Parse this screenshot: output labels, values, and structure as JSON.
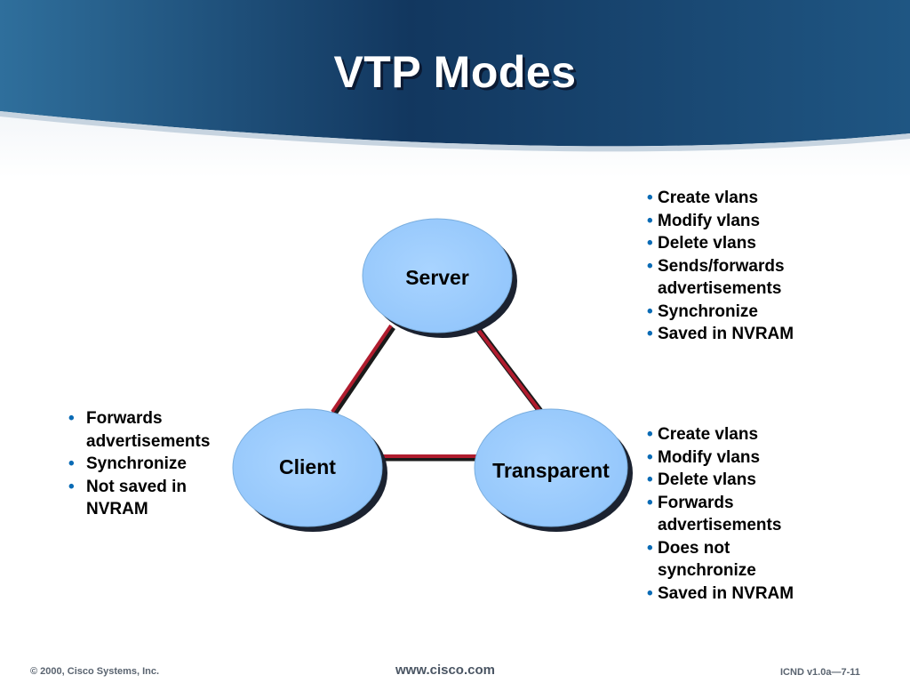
{
  "title": "VTP Modes",
  "nodes": {
    "server": {
      "label": "Server"
    },
    "client": {
      "label": "Client"
    },
    "transparent": {
      "label": "Transparent"
    }
  },
  "server_features": [
    "Create vlans",
    "Modify vlans",
    "Delete vlans",
    "Sends/forwards advertisements",
    "Synchronize",
    "Saved in NVRAM"
  ],
  "client_features": [
    "Forwards advertisements",
    "Synchronize",
    "Not saved in NVRAM"
  ],
  "transparent_features": [
    "Create vlans",
    "Modify vlans",
    "Delete vlans",
    "Forwards advertisements",
    "Does not synchronize",
    "Saved in NVRAM"
  ],
  "footer": {
    "copyright": "© 2000, Cisco Systems, Inc.",
    "website": "www.cisco.com",
    "course": "ICND v1.0a—7-11"
  },
  "colors": {
    "header_dark": "#0d2f55",
    "header_light": "#2d6a97",
    "node_fill": "#99ccff",
    "link": "#b01c2e",
    "bullet": "#0a6bb5"
  }
}
